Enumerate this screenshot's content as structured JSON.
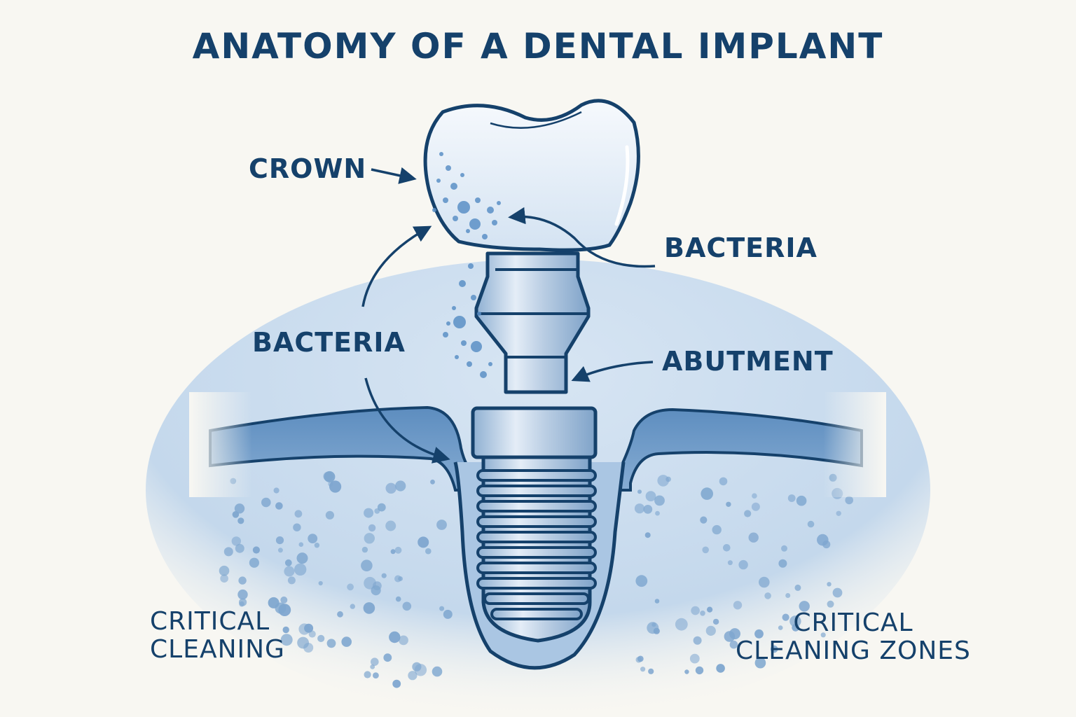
{
  "title": "ANATOMY OF A DENTAL IMPLANT",
  "labels": {
    "crown": "CROWN",
    "bacteria_right": "BACTERIA",
    "bacteria_left": "BACTERIA",
    "abutment": "ABUTMENT",
    "zone_left_line1": "CRITICAL",
    "zone_left_line2": "CLEANING",
    "zone_right_line1": "CRITICAL",
    "zone_right_line2": "CLEANING ZONES"
  },
  "colors": {
    "ink": "#15416b",
    "gum": "#6f9cc8",
    "bone": "#c9dcee",
    "bone_dots": "#7ea6cf",
    "metal": "#b9cde3",
    "crown": "#e9f1f9",
    "bacteria": "#5b8fc6",
    "background": "#f8f7f2"
  }
}
